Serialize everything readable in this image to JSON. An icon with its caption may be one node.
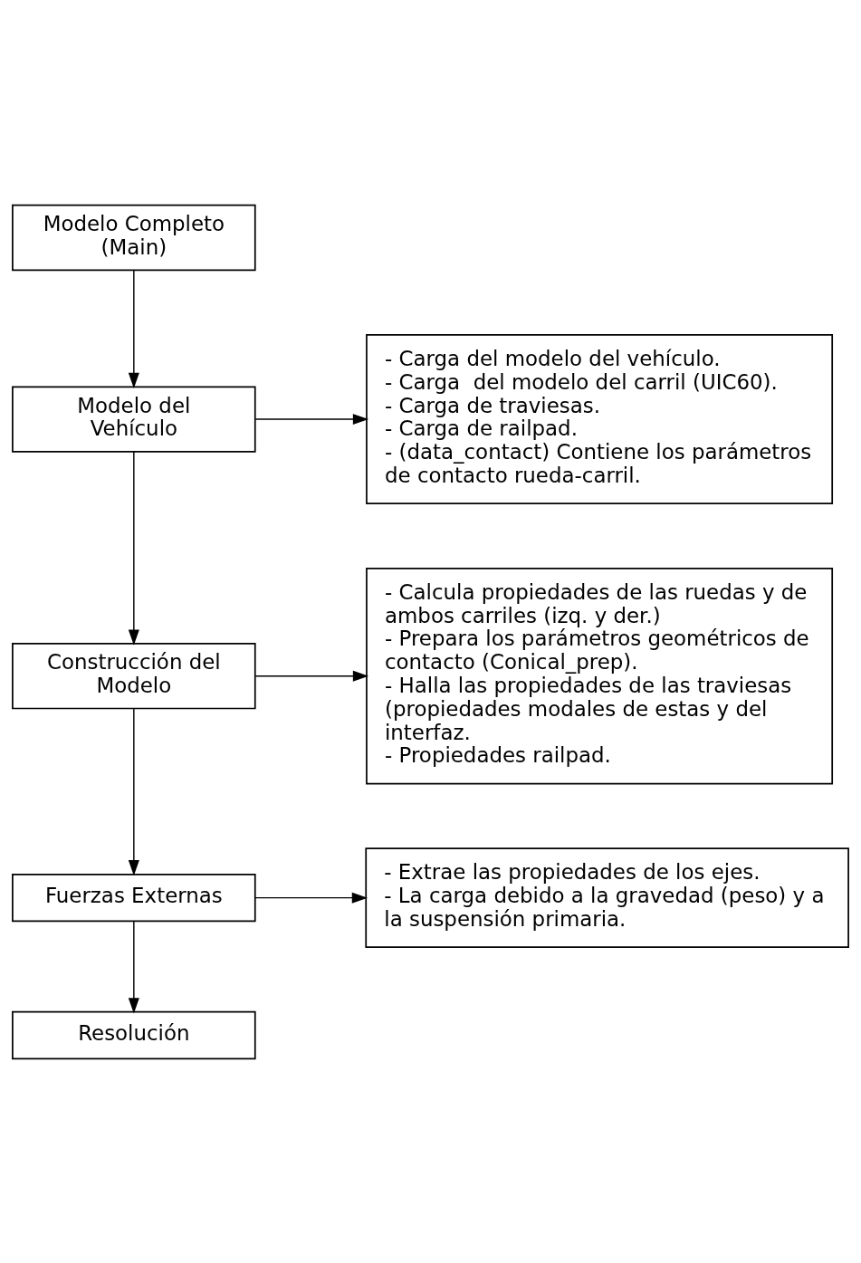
{
  "diagram": {
    "nodes": [
      {
        "text": [
          "Modelo Completo (Main)"
        ]
      },
      {
        "text": [
          "Modelo del Vehículo"
        ]
      },
      {
        "text": [
          "- Carga del modelo del vehículo.",
          "- Carga  del modelo del carril (UIC60).",
          "- Carga de traviesas.",
          "- Carga de railpad.",
          "- (data_contact) Contiene los parámetros de contacto rueda-carril."
        ]
      },
      {
        "text": [
          "Construcción del Modelo"
        ]
      },
      {
        "text": [
          "- Calcula propiedades de las ruedas y de ambos carriles (izq. y der.)",
          "- Prepara los parámetros geométricos de contacto (Conical_prep).",
          "- Halla las propiedades de las traviesas (propiedades modales de estas y del interfaz.",
          "- Propiedades railpad."
        ]
      },
      {
        "text": [
          "Fuerzas Externas"
        ]
      },
      {
        "text": [
          "- Extrae las propiedades de los ejes.",
          "- La carga debido a la gravedad (peso) y a la suspensión primaria."
        ]
      },
      {
        "text": [
          "Resolución"
        ]
      }
    ],
    "edges": [
      {
        "from": 0,
        "to": 1,
        "arrow": "to"
      },
      {
        "from": 1,
        "to": 2,
        "arrow": "to"
      },
      {
        "from": 1,
        "to": 3,
        "arrow": "to"
      },
      {
        "from": 3,
        "to": 4,
        "arrow": "to"
      },
      {
        "from": 3,
        "to": 5,
        "arrow": "to"
      },
      {
        "from": 5,
        "to": 6,
        "arrow": "to"
      },
      {
        "from": 5,
        "to": 7,
        "arrow": "to"
      }
    ]
  }
}
